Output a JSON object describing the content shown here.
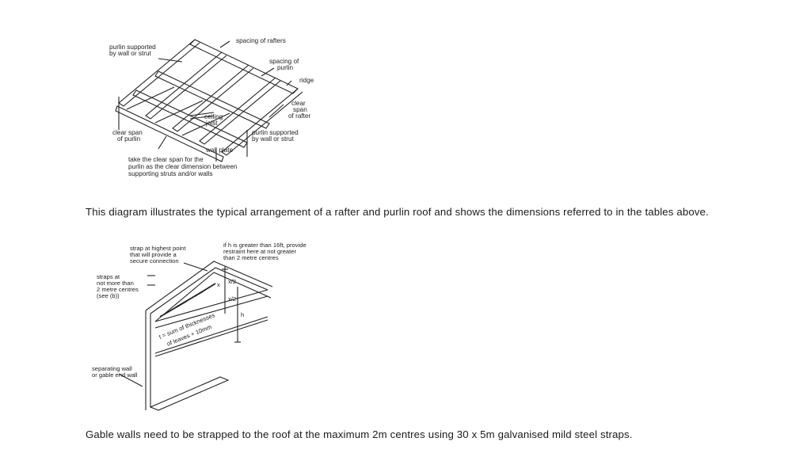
{
  "figure1": {
    "labels": {
      "purlin_wall_top_1": "purlin supported",
      "purlin_wall_top_2": "by wall or strut",
      "spacing_rafters": "spacing of rafters",
      "spacing_purlin_1": "spacing of",
      "spacing_purlin_2": "purlin",
      "ridge": "ridge",
      "clear_span_rafter_1": "clear",
      "clear_span_rafter_2": "span",
      "clear_span_rafter_3": "of rafter",
      "ceiling_joist_1": "ceiling",
      "ceiling_joist_2": "joist",
      "clear_span_purlin_1": "clear span",
      "clear_span_purlin_2": "of purlin",
      "purlin_wall_bottom_1": "purlin supported",
      "purlin_wall_bottom_2": "by wall or strut",
      "wall_plate": "wall plate",
      "note_1": "take the clear span for the",
      "note_2": "purlin as the clear dimension between",
      "note_3": "supporting struts and/or walls"
    }
  },
  "caption1": "This diagram illustrates the typical arrangement of a rafter and purlin roof and shows the dimensions referred to in the tables above.",
  "figure2": {
    "labels": {
      "strap_top_1": "strap at highest point",
      "strap_top_2": "that will provide a",
      "strap_top_3": "secure connection",
      "h_note_1": "if h is greater than 16ft, provide",
      "h_note_2": "restraint here at not greater",
      "h_note_3": "than 2 metre centres",
      "straps_1": "straps at",
      "straps_2": "not more than",
      "straps_3": "2 metre centres",
      "straps_4": "(see (b))",
      "x": "x",
      "x2a": "x/2",
      "x2b": "x/2",
      "h": "h",
      "thickness_1": "t = sum of thicknesses",
      "thickness_2": "of leaves + 10mm",
      "separating_1": "separating wall",
      "separating_2": "or gable end wall"
    }
  },
  "caption2": "Gable walls need to be strapped to the roof at the maximum 2m centres using 30 x 5m galvanised mild steel straps."
}
